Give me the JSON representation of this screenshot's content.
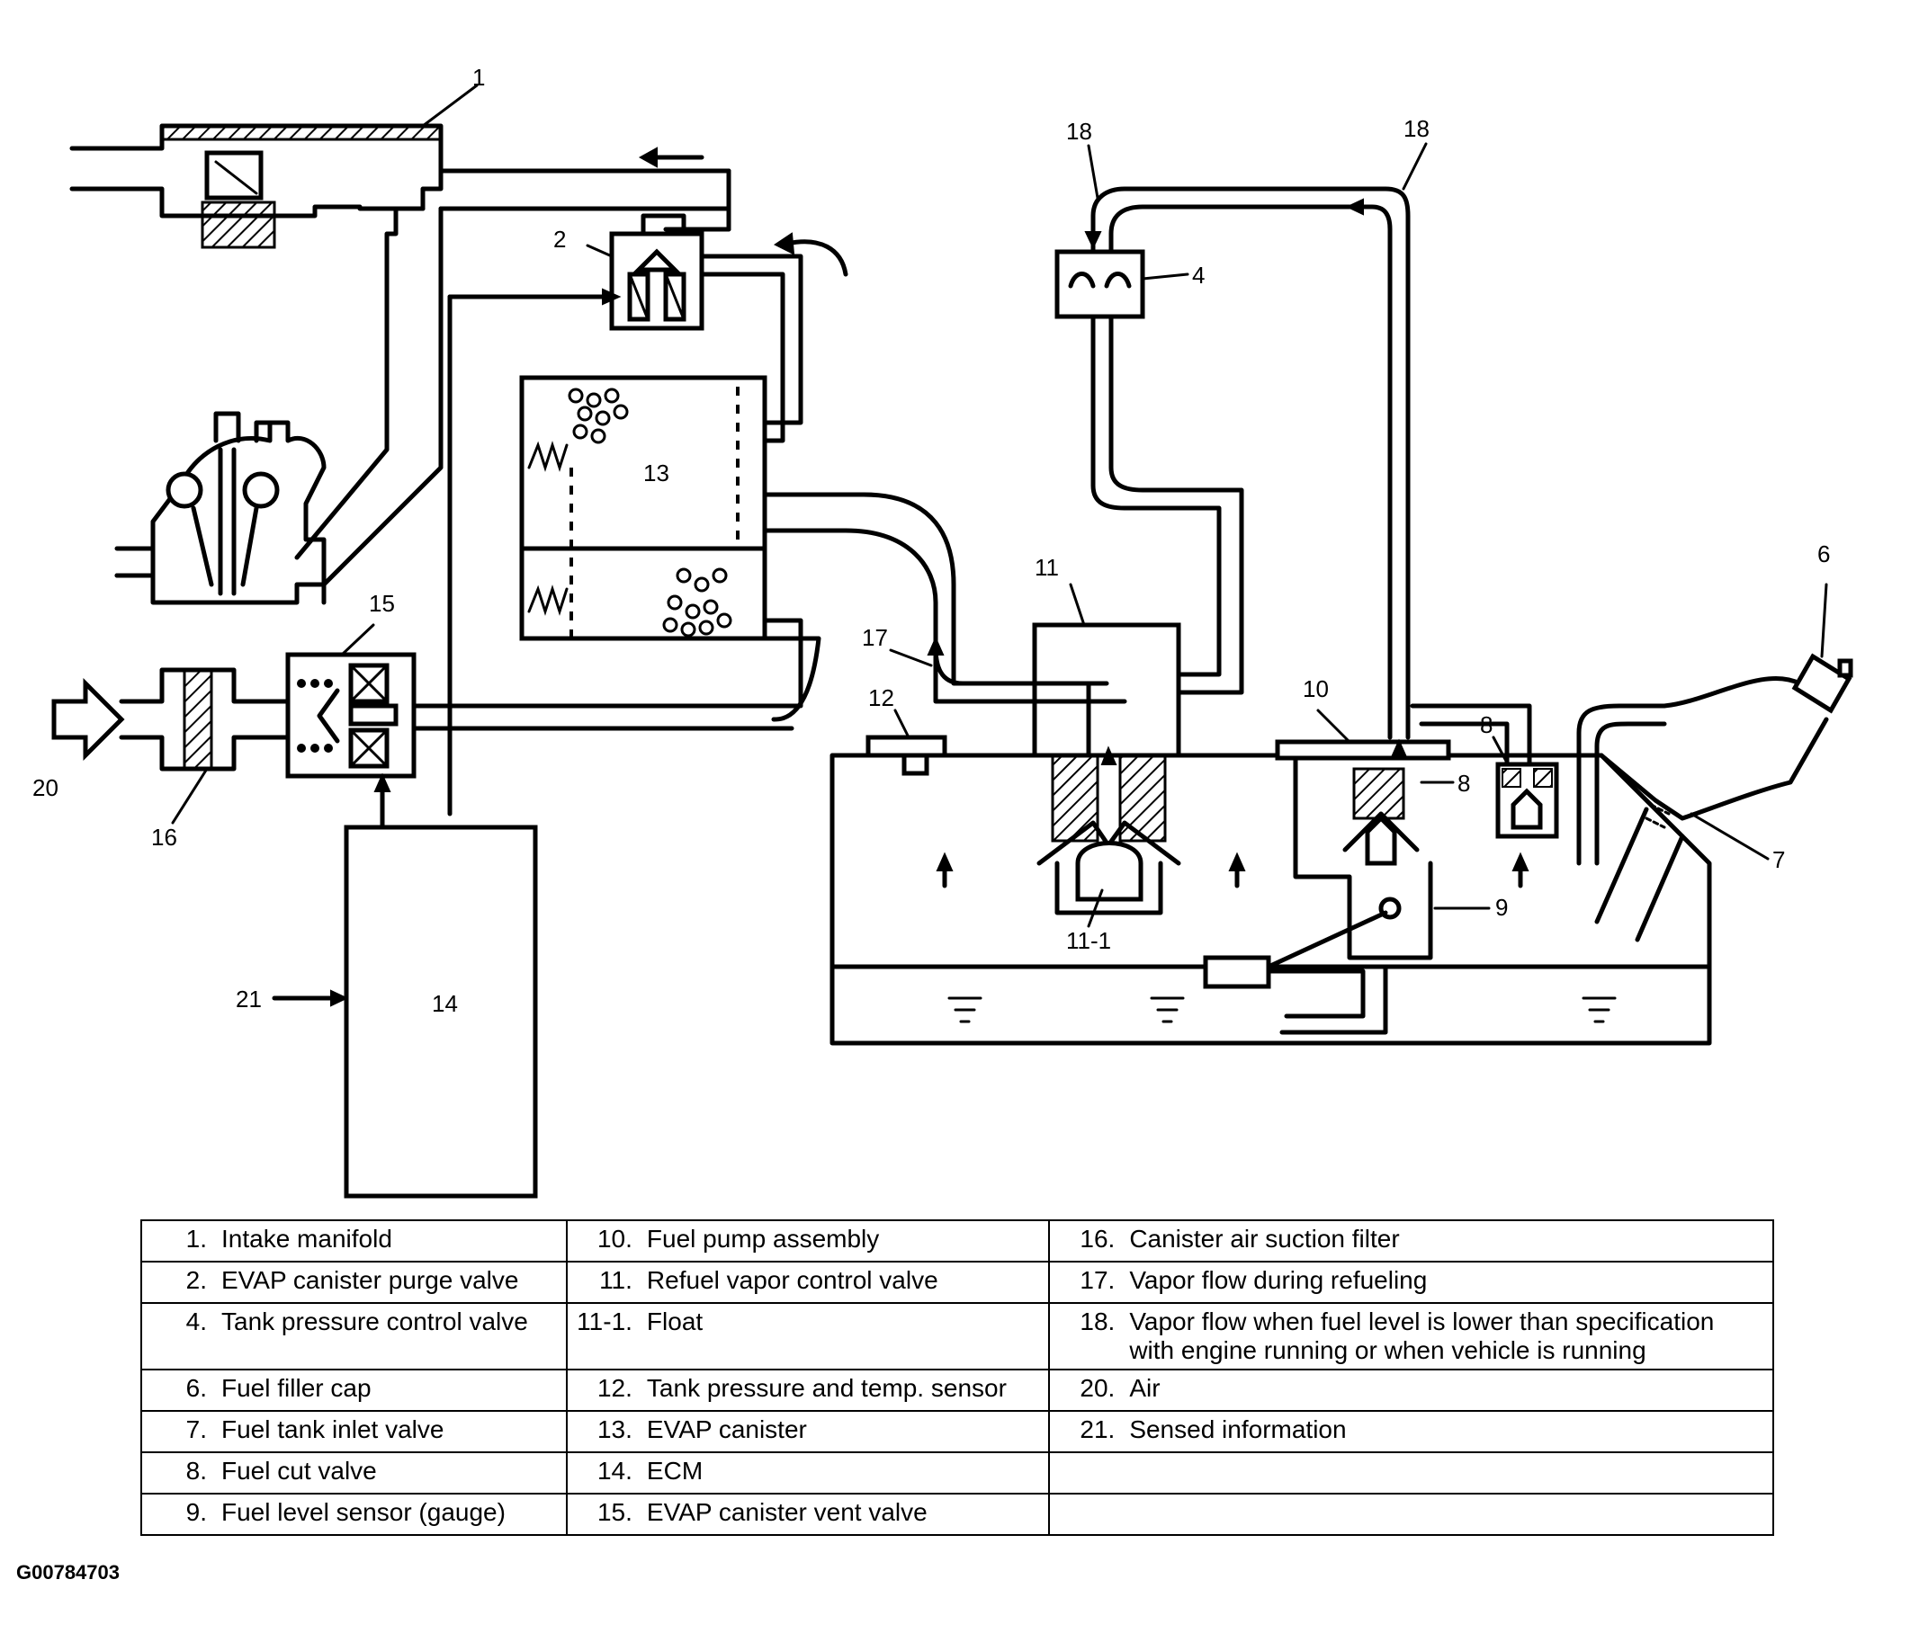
{
  "callouts": {
    "c1": "1",
    "c2": "2",
    "c4": "4",
    "c6": "6",
    "c7": "7",
    "c8a": "8",
    "c8b": "8",
    "c9": "9",
    "c10": "10",
    "c11": "11",
    "c11_1": "11-1",
    "c12": "12",
    "c13": "13",
    "c14": "14",
    "c15": "15",
    "c16": "16",
    "c17": "17",
    "c18a": "18",
    "c18b": "18",
    "c20": "20",
    "c21": "21"
  },
  "legend": {
    "col1": [
      {
        "num": "1.",
        "label": "Intake manifold"
      },
      {
        "num": "2.",
        "label": "EVAP canister purge valve"
      },
      {
        "num": "4.",
        "label": "Tank pressure control valve"
      },
      {
        "num": "6.",
        "label": "Fuel filler cap"
      },
      {
        "num": "7.",
        "label": "Fuel tank inlet valve"
      },
      {
        "num": "8.",
        "label": "Fuel cut valve"
      },
      {
        "num": "9.",
        "label": "Fuel level sensor (gauge)"
      }
    ],
    "col2": [
      {
        "num": "10.",
        "label": "Fuel pump assembly"
      },
      {
        "num": "11.",
        "label": "Refuel vapor control valve"
      },
      {
        "num": "11-1.",
        "label": "Float"
      },
      {
        "num": "12.",
        "label": "Tank pressure and temp. sensor"
      },
      {
        "num": "13.",
        "label": "EVAP canister"
      },
      {
        "num": "14.",
        "label": "ECM"
      },
      {
        "num": "15.",
        "label": "EVAP canister vent valve"
      }
    ],
    "col3": [
      {
        "num": "16.",
        "label": "Canister air suction filter"
      },
      {
        "num": "17.",
        "label": "Vapor flow during refueling"
      },
      {
        "num": "18.",
        "label": "Vapor flow when fuel level is lower than specification",
        "label2": "with engine running or when vehicle is running"
      },
      {
        "num": "20.",
        "label": "Air"
      },
      {
        "num": "21.",
        "label": "Sensed information"
      },
      {
        "num": "",
        "label": ""
      },
      {
        "num": "",
        "label": ""
      }
    ]
  },
  "figure_code": "G00784703"
}
